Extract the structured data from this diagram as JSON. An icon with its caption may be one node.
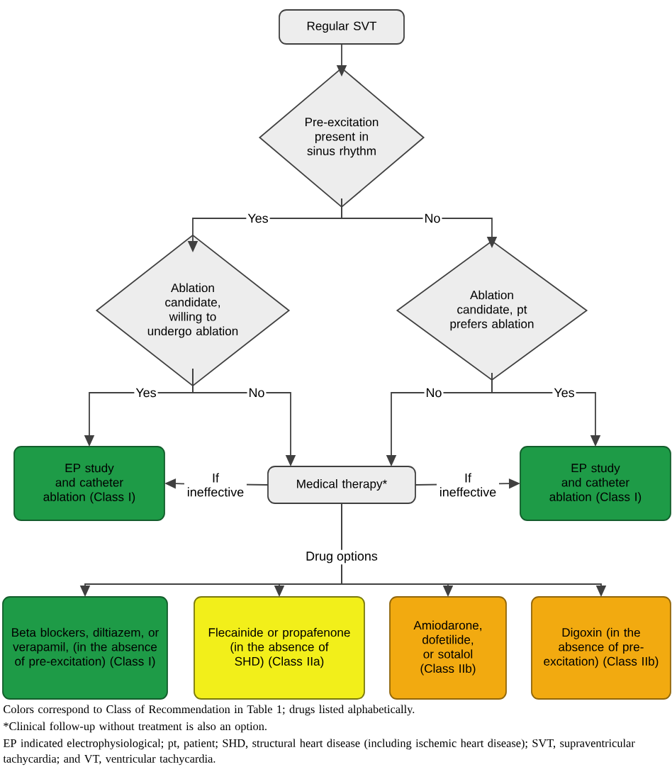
{
  "diagram": {
    "nodes": [
      {
        "text": [
          "Regular SVT"
        ]
      },
      {
        "text": [
          "Pre-excitation present in sinus rhythm"
        ]
      },
      {
        "text": [
          "Ablation candidate, willing to undergo ablation"
        ]
      },
      {
        "text": [
          "Ablation candidate, pt prefers ablation"
        ]
      },
      {
        "text": [
          "EP study and catheter ablation (Class I)"
        ]
      },
      {
        "text": [
          "Medical therapy*"
        ]
      },
      {
        "text": [
          "EP study and catheter ablation (Class I)"
        ]
      },
      {
        "text": [
          "Beta blockers, diltiazem, or verapamil, (in the absence of pre-excitation) (Class I)"
        ]
      },
      {
        "text": [
          "Flecainide or propafenone (in the absence of SHD) (Class IIa)"
        ]
      },
      {
        "text": [
          "Amiodarone, dofetilide, or sotalol (Class IIb)"
        ]
      },
      {
        "text": [
          "Digoxin (in the absence of pre-excitation) (Class IIb)"
        ]
      }
    ],
    "edges": [
      {
        "from": 0,
        "to": 1,
        "arrow": "to"
      },
      {
        "from": 1,
        "to": 2,
        "arrow": "to",
        "label": "Yes"
      },
      {
        "from": 1,
        "to": 3,
        "arrow": "to",
        "label": "No"
      },
      {
        "from": 2,
        "to": 4,
        "arrow": "to",
        "label": "Yes"
      },
      {
        "from": 2,
        "to": 5,
        "arrow": "to",
        "label": "No"
      },
      {
        "from": 3,
        "to": 5,
        "arrow": "to",
        "label": "No"
      },
      {
        "from": 3,
        "to": 6,
        "arrow": "to",
        "label": "Yes"
      },
      {
        "from": 5,
        "to": 4,
        "arrow": "to",
        "label": "If ineffective"
      },
      {
        "from": 5,
        "to": 6,
        "arrow": "to",
        "label": "If ineffective"
      },
      {
        "from": 5,
        "to": 7,
        "arrow": "to",
        "label": "Drug options"
      },
      {
        "from": 5,
        "to": 8,
        "arrow": "to"
      },
      {
        "from": 5,
        "to": 9,
        "arrow": "to"
      },
      {
        "from": 5,
        "to": 10,
        "arrow": "to"
      }
    ],
    "labels": [
      "Colors correspond to Class of Recommendation in Table 1; drugs listed alphabetically.",
      "*Clinical follow-up without treatment is also an option.",
      "EP indicated electrophysiological; pt, patient; SHD, structural heart disease (including ischemic heart disease); SVT, supraventricular tachycardia; and VT, ventricular tachycardia."
    ]
  }
}
